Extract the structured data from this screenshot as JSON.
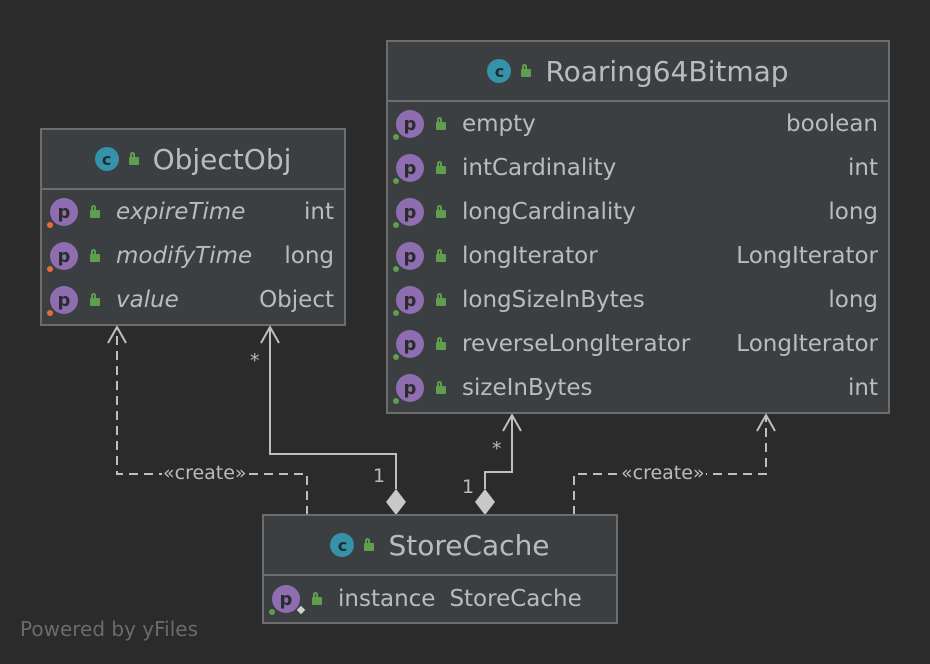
{
  "classes": {
    "object_obj": {
      "name": "ObjectObj",
      "fields": [
        {
          "name": "expireTime",
          "type": "int"
        },
        {
          "name": "modifyTime",
          "type": "long"
        },
        {
          "name": "value",
          "type": "Object"
        }
      ]
    },
    "roaring": {
      "name": "Roaring64Bitmap",
      "fields": [
        {
          "name": "empty",
          "type": "boolean"
        },
        {
          "name": "intCardinality",
          "type": "int"
        },
        {
          "name": "longCardinality",
          "type": "long"
        },
        {
          "name": "longIterator",
          "type": "LongIterator"
        },
        {
          "name": "longSizeInBytes",
          "type": "long"
        },
        {
          "name": "reverseLongIterator",
          "type": "LongIterator"
        },
        {
          "name": "sizeInBytes",
          "type": "int"
        }
      ]
    },
    "store_cache": {
      "name": "StoreCache",
      "fields": [
        {
          "name": "instance",
          "type": "StoreCache"
        }
      ]
    }
  },
  "badges": {
    "class": "c",
    "property": "p"
  },
  "edges": {
    "create_label": "«create»",
    "many": "*",
    "one": "1"
  },
  "footer": "Powered by yFiles",
  "colors": {
    "background": "#2b2b2b",
    "node": "#3c3f41",
    "border": "#6d6d6d",
    "edge": "#bfbfbf",
    "class_badge": "#3592a8",
    "property_badge": "#8e6eb1",
    "lock": "#5f9e4f"
  }
}
